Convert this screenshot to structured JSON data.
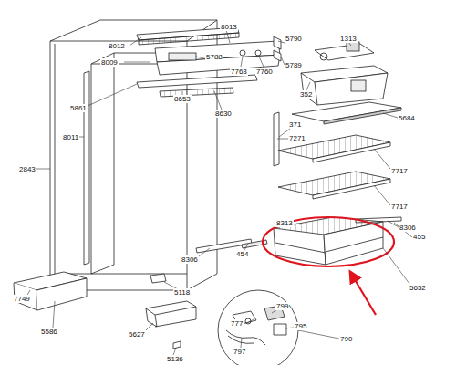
{
  "diagram": {
    "labels": [
      "8012",
      "8013",
      "5790",
      "8009",
      "5788",
      "7763",
      "7760",
      "5789",
      "1313",
      "5861",
      "8653",
      "8630",
      "352",
      "5684",
      "8011",
      "371",
      "7271",
      "7717",
      "7717",
      "2843",
      "8313",
      "8306",
      "455",
      "8306",
      "454",
      "5652",
      "799",
      "777",
      "795",
      "790",
      "797",
      "5118",
      "7749",
      "5586",
      "5627",
      "5136"
    ]
  }
}
